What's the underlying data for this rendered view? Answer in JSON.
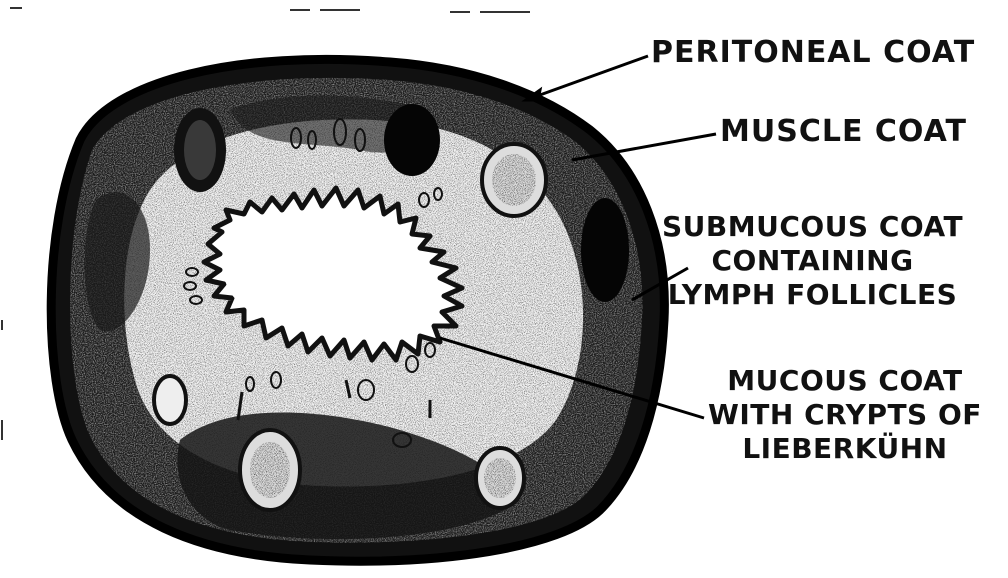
{
  "diagram": {
    "labels": {
      "peritoneal": "PERITONEAL COAT",
      "muscle": "MUSCLE COAT",
      "submucous": [
        "SUBMUCOUS COAT",
        "CONTAINING",
        "LYMPH FOLLICLES"
      ],
      "mucous": [
        "MUCOUS COAT",
        "WITH CRYPTS OF",
        "LIEBERKÜHN"
      ]
    },
    "colors": {
      "ink": "#111111",
      "paper": "#ffffff",
      "stipple": "#2a2a2a"
    }
  }
}
